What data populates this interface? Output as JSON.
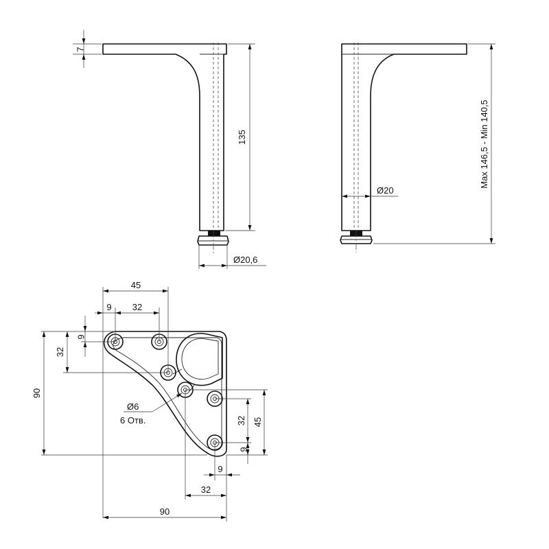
{
  "side_view": {
    "flange_thickness": "7",
    "leg_height": "135",
    "foot_diameter": "Ø20,6"
  },
  "front_view": {
    "leg_diameter": "Ø20",
    "total_height": "Max 146,5 - Min 140,5"
  },
  "plan_view": {
    "top_width": "45",
    "top_edge_offset": "9",
    "top_hole_spacing": "32",
    "left_edge_offset": "9",
    "left_hole_spacing": "32",
    "left_overall": "90",
    "right_edge_offset": "9",
    "right_hole_spacing": "32",
    "right_overall": "45",
    "bottom_edge_offset": "9",
    "bottom_hole_spacing": "32",
    "bottom_overall": "90",
    "hole_diameter": "Ø6",
    "hole_count": "6 Отв."
  }
}
